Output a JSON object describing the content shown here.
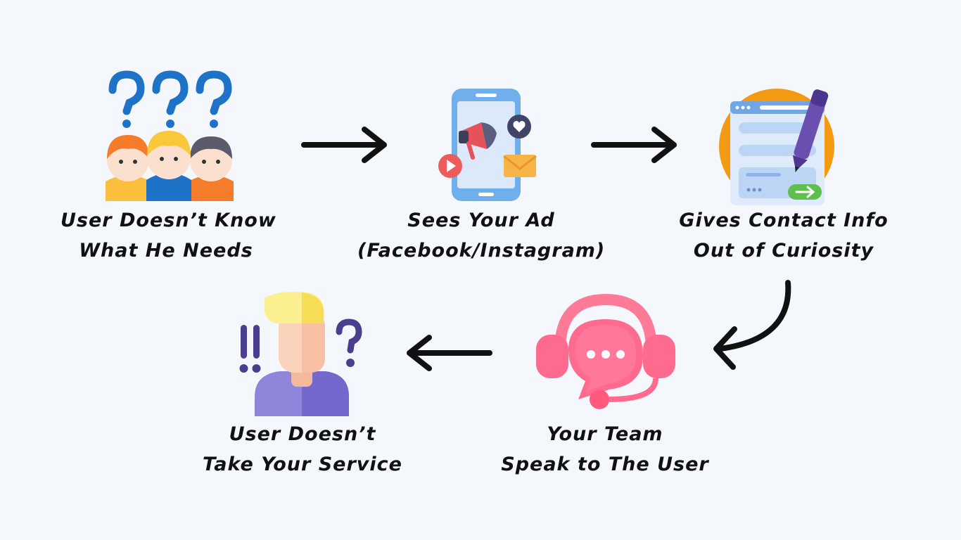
{
  "steps": [
    {
      "id": "confused-users",
      "icon": "confused-users-question-marks-icon",
      "line1": "User Doesn’t Know",
      "line2": "What He Needs"
    },
    {
      "id": "sees-ad",
      "icon": "phone-ad-megaphone-icon",
      "line1": "Sees Your Ad",
      "line2": "(Facebook/Instagram)"
    },
    {
      "id": "contact-info",
      "icon": "form-pen-icon",
      "line1": "Gives Contact Info",
      "line2": "Out of Curiosity"
    },
    {
      "id": "team-speaks",
      "icon": "headset-chat-icon",
      "line1": "Your Team",
      "line2": "Speak to The User"
    },
    {
      "id": "no-service",
      "icon": "confused-user-exclamation-icon",
      "line1": "User Doesn’t",
      "line2": "Take Your Service"
    }
  ],
  "colors": {
    "background": "#f4f8fc",
    "text": "#111111",
    "arrow": "#111111",
    "question_blue": "#1e73c9",
    "headset_pink": "#ff6b8e",
    "form_orange": "#f39a12",
    "pen_purple": "#6a4fb0"
  }
}
